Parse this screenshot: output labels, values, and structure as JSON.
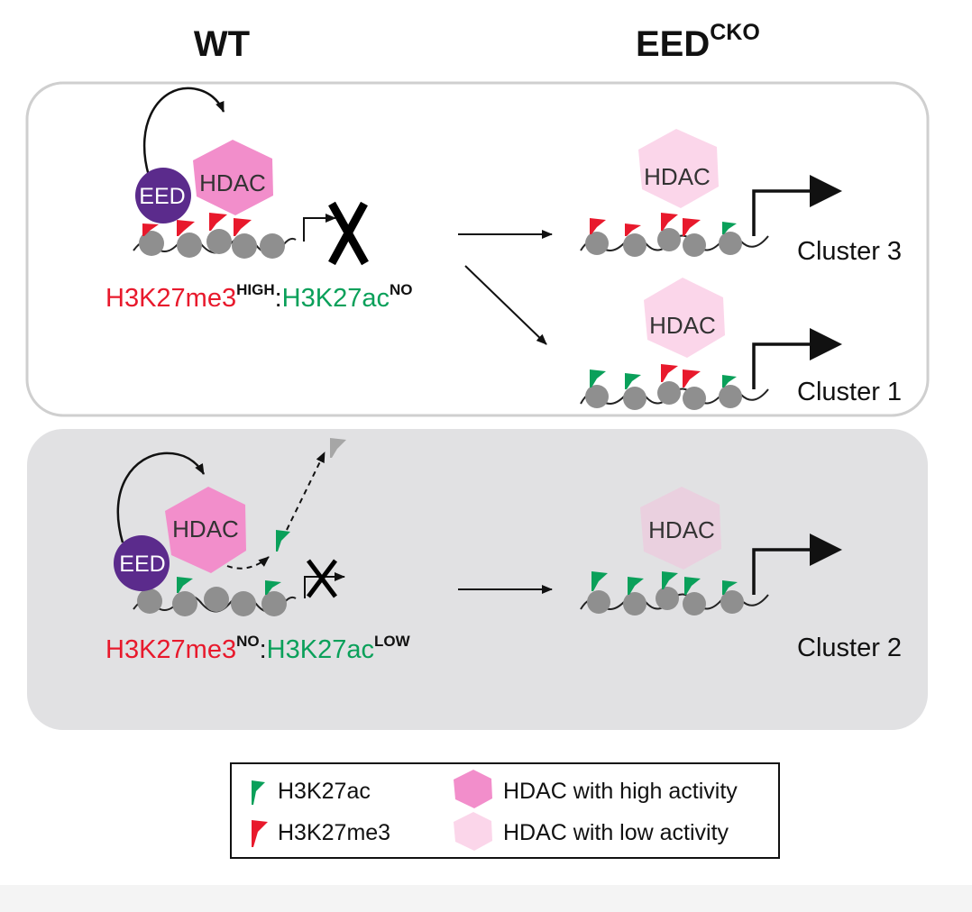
{
  "header": {
    "wt": "WT",
    "eed": "EED",
    "eed_sup": "CKO"
  },
  "top_panel": {
    "wt": {
      "eed_label": "EED",
      "hdac_label": "HDAC",
      "state_me3": "H3K27me3",
      "state_me3_sup": "HIGH",
      "separator": ":",
      "state_ac": "H3K27ac",
      "state_ac_sup": "NO"
    },
    "cluster3": {
      "hdac_label": "HDAC",
      "label": "Cluster 3"
    },
    "cluster1": {
      "hdac_label": "HDAC",
      "label": "Cluster 1"
    }
  },
  "bottom_panel": {
    "wt": {
      "eed_label": "EED",
      "hdac_label": "HDAC",
      "state_me3": "H3K27me3",
      "state_me3_sup": "NO",
      "separator": ":",
      "state_ac": "H3K27ac",
      "state_ac_sup": "LOW"
    },
    "cluster2": {
      "hdac_label": "HDAC",
      "label": "Cluster 2"
    }
  },
  "legend": {
    "ac": "H3K27ac",
    "me3": "H3K27me3",
    "hdac_high": "HDAC with high activity",
    "hdac_low": "HDAC with low activity"
  },
  "colors": {
    "me3_red": "#e8192c",
    "ac_green": "#0aa05a",
    "eed_purple": "#5b2b8c",
    "hdac_high": "#f28ecb",
    "hdac_low": "#fbd6ea",
    "hdac_low_bottom": "#ead0df",
    "nucleosome": "#8f8f8f",
    "panel_bottom_bg": "#e1e1e3"
  }
}
